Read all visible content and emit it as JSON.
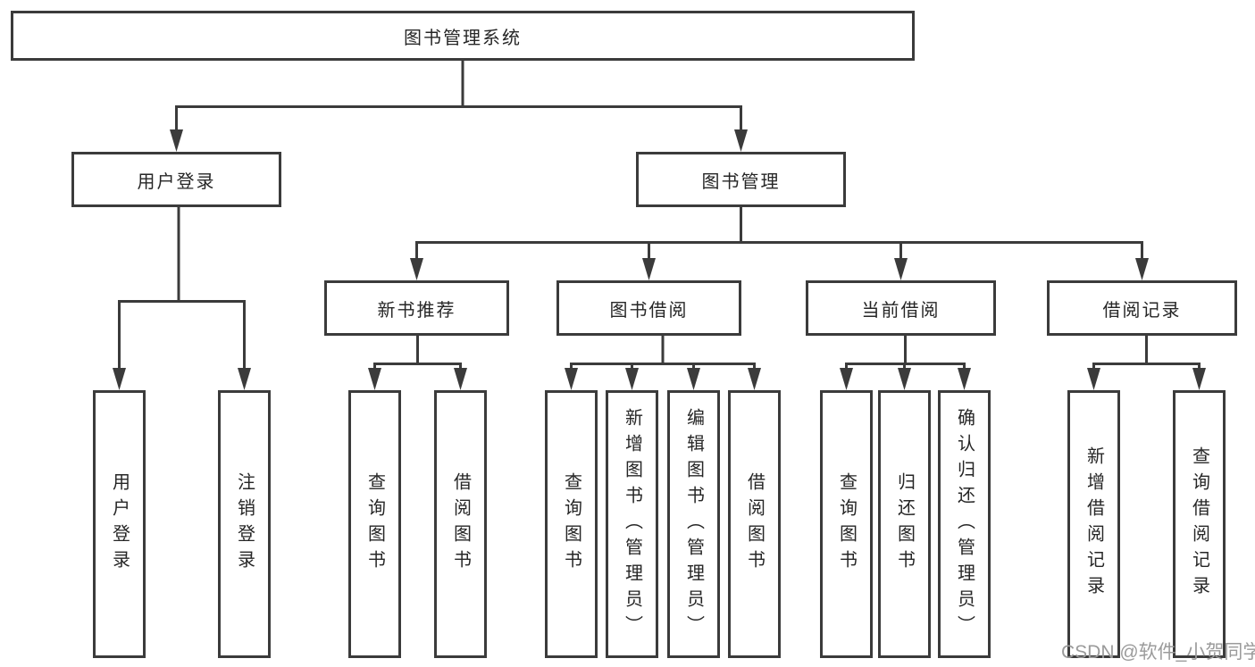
{
  "diagram_title": "图书管理系统",
  "tree": {
    "label": "图书管理系统",
    "children": [
      {
        "label": "用户登录",
        "children": [
          {
            "label": "用户登录"
          },
          {
            "label": "注销登录"
          }
        ]
      },
      {
        "label": "图书管理",
        "children": [
          {
            "label": "新书推荐",
            "children": [
              {
                "label": "查询图书"
              },
              {
                "label": "借阅图书"
              }
            ]
          },
          {
            "label": "图书借阅",
            "children": [
              {
                "label": "查询图书"
              },
              {
                "label": "新增图书（管理员）"
              },
              {
                "label": "编辑图书（管理员）"
              },
              {
                "label": "借阅图书"
              }
            ]
          },
          {
            "label": "当前借阅",
            "children": [
              {
                "label": "查询图书"
              },
              {
                "label": "归还图书"
              },
              {
                "label": "确认归还（管理员）"
              }
            ]
          },
          {
            "label": "借阅记录",
            "children": [
              {
                "label": "新增借阅记录"
              },
              {
                "label": "查询借阅记录"
              }
            ]
          }
        ]
      }
    ]
  },
  "watermark": {
    "text": "CSDN @软件_小贺同学"
  },
  "colors": {
    "line": "#3b3b3b",
    "box_border": "#3b3b3b",
    "box_fill": "#ffffff",
    "text": "#262626",
    "watermark": "#9b9b9b",
    "background": "#ffffff"
  }
}
